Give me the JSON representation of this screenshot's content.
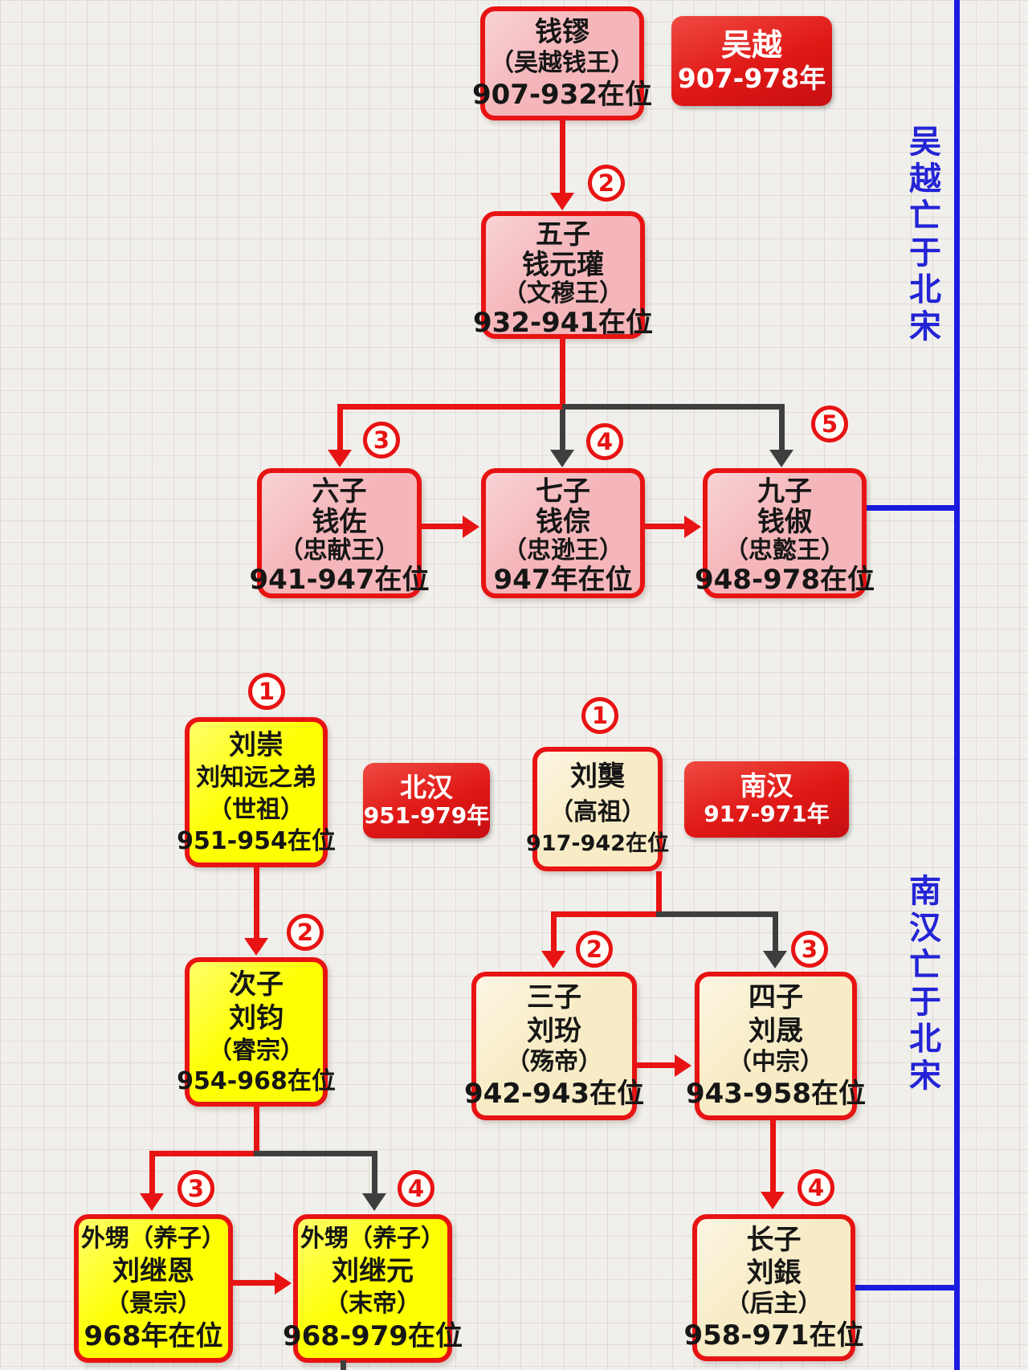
{
  "badges": {
    "wuyue": {
      "name": "吴越",
      "years": "907-978年"
    },
    "beihan": {
      "name": "北汉",
      "years": "951-979年"
    },
    "nanhan": {
      "name": "南汉",
      "years": "917-971年"
    }
  },
  "side_notes": {
    "wuyue_fall": "吴越亡于北宋",
    "nanhan_fall": "南汉亡于北宋"
  },
  "markers": {
    "wuyue": [
      "2",
      "3",
      "4",
      "5"
    ],
    "beihan": [
      "1",
      "2",
      "3",
      "4"
    ],
    "nanhan": [
      "1",
      "2",
      "3",
      "4"
    ]
  },
  "rulers": {
    "qian_liu": {
      "lines": [
        "钱镠",
        "（吴越钱王）",
        "907-932在位"
      ]
    },
    "qian_yuanguan": {
      "lines": [
        "五子",
        "钱元瓘",
        "（文穆王）",
        "932-941在位"
      ]
    },
    "qian_zuo": {
      "lines": [
        "六子",
        "钱佐",
        "（忠献王）",
        "941-947在位"
      ]
    },
    "qian_zong": {
      "lines": [
        "七子",
        "钱倧",
        "（忠逊王）",
        "947年在位"
      ]
    },
    "qian_chu": {
      "lines": [
        "九子",
        "钱俶",
        "（忠懿王）",
        "948-978在位"
      ]
    },
    "liu_chong": {
      "lines": [
        "刘崇",
        "刘知远之弟",
        "（世祖）",
        "951-954在位"
      ]
    },
    "liu_jun": {
      "lines": [
        "次子",
        "刘钧",
        "（睿宗）",
        "954-968在位"
      ]
    },
    "liu_jien": {
      "lines": [
        "外甥（养子）",
        "刘继恩",
        "（景宗）",
        "968年在位"
      ]
    },
    "liu_jiyuan": {
      "lines": [
        "外甥（养子）",
        "刘继元",
        "（末帝）",
        "968-979在位"
      ]
    },
    "liu_yan": {
      "lines": [
        "刘龑",
        "（高祖）",
        "917-942在位"
      ]
    },
    "liu_bin": {
      "lines": [
        "三子",
        "刘玢",
        "（殇帝）",
        "942-943在位"
      ]
    },
    "liu_sheng": {
      "lines": [
        "四子",
        "刘晟",
        "（中宗）",
        "943-958在位"
      ]
    },
    "liu_chang": {
      "lines": [
        "长子",
        "刘鋹",
        "（后主）",
        "958-971在位"
      ]
    }
  },
  "colors": {
    "line_red": "#e81313",
    "line_dark": "#3e3e3e",
    "line_blue": "#1b1bdf",
    "badge_red": "#e01816",
    "wuyue_box": "#f4b6ba",
    "beihan_box": "#ffff04",
    "nanhan_box": "#f8ecc6",
    "note_blue": "#2424d6"
  }
}
